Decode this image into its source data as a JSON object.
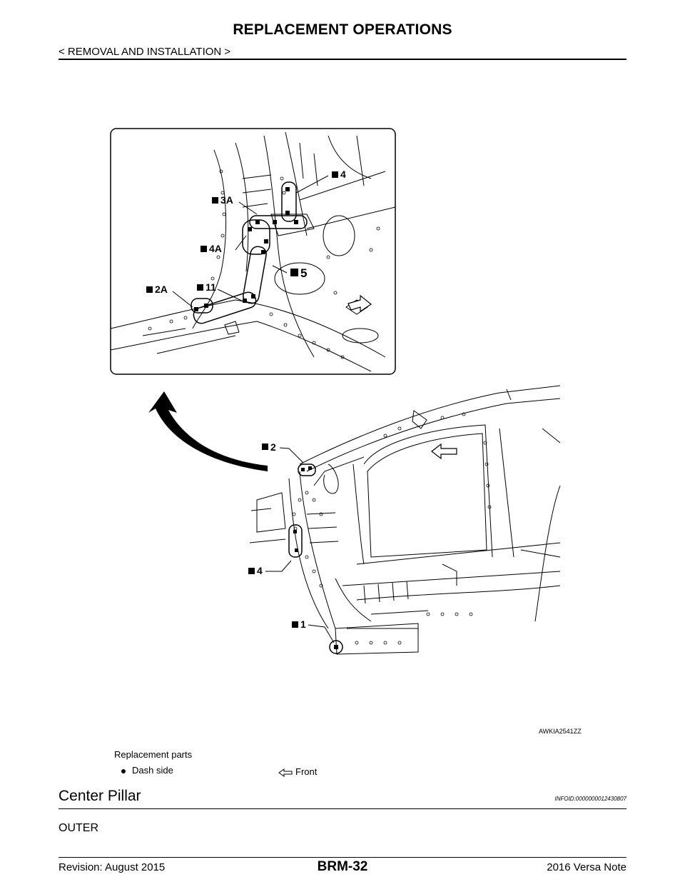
{
  "header": {
    "title": "REPLACEMENT OPERATIONS",
    "breadcrumb": "< REMOVAL AND INSTALLATION >"
  },
  "figure": {
    "labels": {
      "l4_top": "4",
      "l3a": "3A",
      "l4a": "4A",
      "l5": "5",
      "l2a": "2A",
      "l11": "11",
      "l2": "2",
      "l4_bottom": "4",
      "l1": "1"
    },
    "code": "AWKIA2541ZZ"
  },
  "legend": {
    "title": "Replacement parts",
    "dash_side": "Dash side",
    "front": "Front"
  },
  "section": {
    "title": "Center Pillar",
    "id": "INFOID:0000000012430807",
    "subheading": "OUTER"
  },
  "footer": {
    "revision": "Revision: August 2015",
    "page": "BRM-32",
    "model": "2016 Versa Note"
  }
}
